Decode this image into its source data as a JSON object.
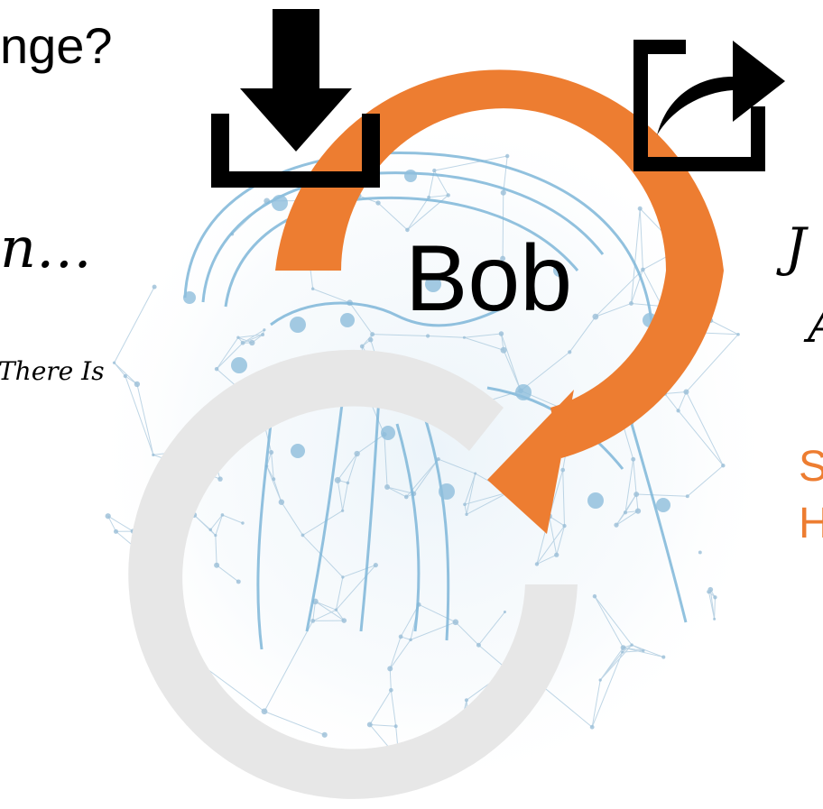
{
  "texts": {
    "heading_fragment": "nge?",
    "ellipsis_fragment": "n…",
    "there_is_fragment": "There Is",
    "center_name": "Bob",
    "right_fragment_1": "J",
    "right_fragment_2": "A",
    "right_orange_1": "S",
    "right_orange_2": "H"
  },
  "icons": {
    "download": "download-icon",
    "share": "share-icon",
    "refresh_arrow": "circular-arrow-icon",
    "background": "brain-network-illustration",
    "ring": "ring-shape"
  },
  "colors": {
    "accent": "#ED7D31",
    "ring": "#E7E7E7",
    "network": "#A9C8DD",
    "brain": "#7FB7D9",
    "text": "#000000"
  }
}
